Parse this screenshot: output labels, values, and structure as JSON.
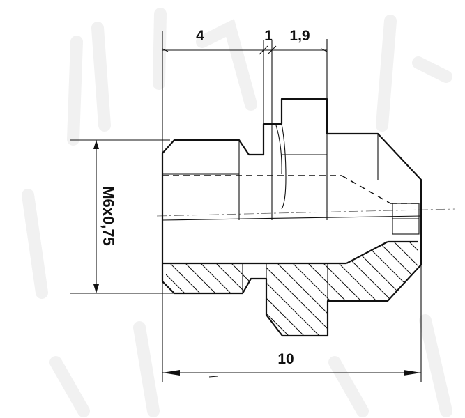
{
  "drawing": {
    "dimensions": {
      "thread_length": "4",
      "groove_width": "1",
      "hex_width": "1,9",
      "overall_length": "10",
      "thread_spec": "M6x0,75"
    },
    "colors": {
      "line": "#111111",
      "background": "#ffffff"
    }
  }
}
